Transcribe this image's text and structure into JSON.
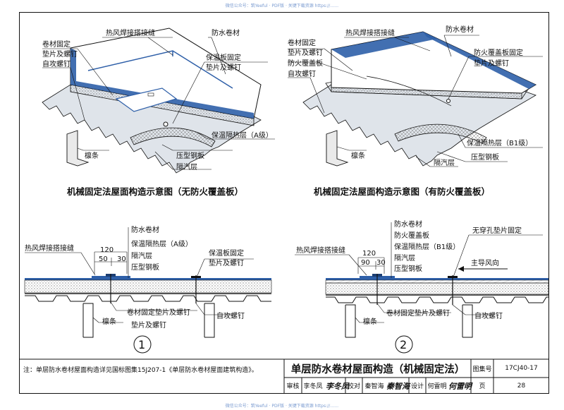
{
  "watermark": {
    "top": "微信公众号：筑Yeeful · PDF版 · 关键下载资源 https://……",
    "bottom": "微信公众号：筑Yeeful · PDF版 · 关键下载资源 https://……"
  },
  "diagram1": {
    "labels": {
      "hot_air": "热风焊接搭接缝",
      "membrane": "防水卷材",
      "fastener_plate": "卷材固定",
      "fastener_plate2": "垫片及螺钉",
      "self_tap": "自攻螺钉",
      "insul_fix": "保温板固定",
      "insul_fix2": "垫片及螺钉",
      "insulation": "保温隔热层（A级）",
      "purlin": "檩条",
      "steel_deck": "压型钢板",
      "vapor": "隔汽层"
    },
    "caption": "机械固定法屋面构造示意图（无防火覆盖板）"
  },
  "diagram2": {
    "labels": {
      "hot_air": "热风焊接搭接缝",
      "membrane": "防水卷材",
      "fastener_plate": "卷材固定",
      "fastener_plate2": "垫片及螺钉",
      "cover_board": "防火覆盖板",
      "self_tap": "自攻螺钉",
      "cover_fix": "防火覆盖板固定",
      "cover_fix2": "垫片及螺钉",
      "insulation": "保温隔热层（B1级）",
      "purlin": "檩条",
      "steel_deck": "压型钢板",
      "vapor": "隔汽层"
    },
    "caption": "机械固定法屋面构造示意图（有防火覆盖板）"
  },
  "detail1": {
    "number": "1",
    "layers": [
      "防水卷材",
      "保温隔热层（A级）",
      "隔汽层",
      "压型钢板"
    ],
    "hot_air": "热风焊接搭接缝",
    "insul_fix": "保温板固定",
    "insul_fix2": "垫片及螺钉",
    "dim_total": "120",
    "dim_a": "50",
    "dim_b": "30",
    "fastener": "卷材固定垫片及螺钉",
    "fastener_cont": "垫片及螺钉",
    "self_tap": "自攻螺钉",
    "purlin": "檩条"
  },
  "detail2": {
    "number": "2",
    "layers": [
      "防水卷材",
      "防火覆盖板",
      "保温隔热层（B1级）",
      "隔汽层",
      "压型钢板"
    ],
    "hot_air": "热风焊接搭接缝",
    "no_hole": "无穿孔垫片固定",
    "wind": "主导风向",
    "dim_total": "120",
    "dim_a": "90",
    "dim_b": "30",
    "fastener": "卷材固定垫片及螺钉",
    "self_tap": "自攻螺钉",
    "purlin": "檩条"
  },
  "note": "注：单层防水卷材屋面构造详见国标图集15J207-1《单层防水卷材屋面建筑构造》。",
  "title_block": {
    "title": "单层防水卷材屋面构造（机械固定法）",
    "atlas_label": "图集号",
    "atlas_no": "17CJ40-17",
    "review_label": "审核",
    "reviewer": "李冬凤",
    "check_label": "校对",
    "checker": "秦智海",
    "design_label": "设计",
    "designer": "何雷明",
    "page_label": "页",
    "page_no": "28"
  },
  "colors": {
    "membrane": "#2e5fa8",
    "membrane_light": "#c9dcf2",
    "insulation": "#f4f4f4",
    "line": "#111111"
  }
}
